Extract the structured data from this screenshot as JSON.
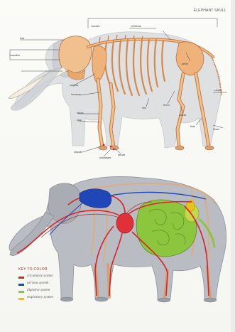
{
  "title": "ELEPHANT SKULL",
  "key": {
    "title": "KEY TO COLOR",
    "items": [
      {
        "label": "circulatory system",
        "color": "#d8232a"
      },
      {
        "label": "nervous system",
        "color": "#1f47b8"
      },
      {
        "label": "digestive system",
        "color": "#8cc63f"
      },
      {
        "label": "respiratory system",
        "color": "#e8c21a"
      }
    ]
  },
  "bone_labels": [
    "cranium",
    "mandible",
    "tusk",
    "scapula",
    "humerus",
    "radius",
    "ulna",
    "carpals",
    "phalanges",
    "vertebrae",
    "ribs",
    "pelvis",
    "femur",
    "patella",
    "tibia",
    "fibula",
    "tarsals",
    "caudal"
  ],
  "colors": {
    "skin": "#b9bcc2",
    "skin_dark": "#8f939a",
    "bone": "#e8a86b",
    "bone_dark": "#c47a3f"
  }
}
